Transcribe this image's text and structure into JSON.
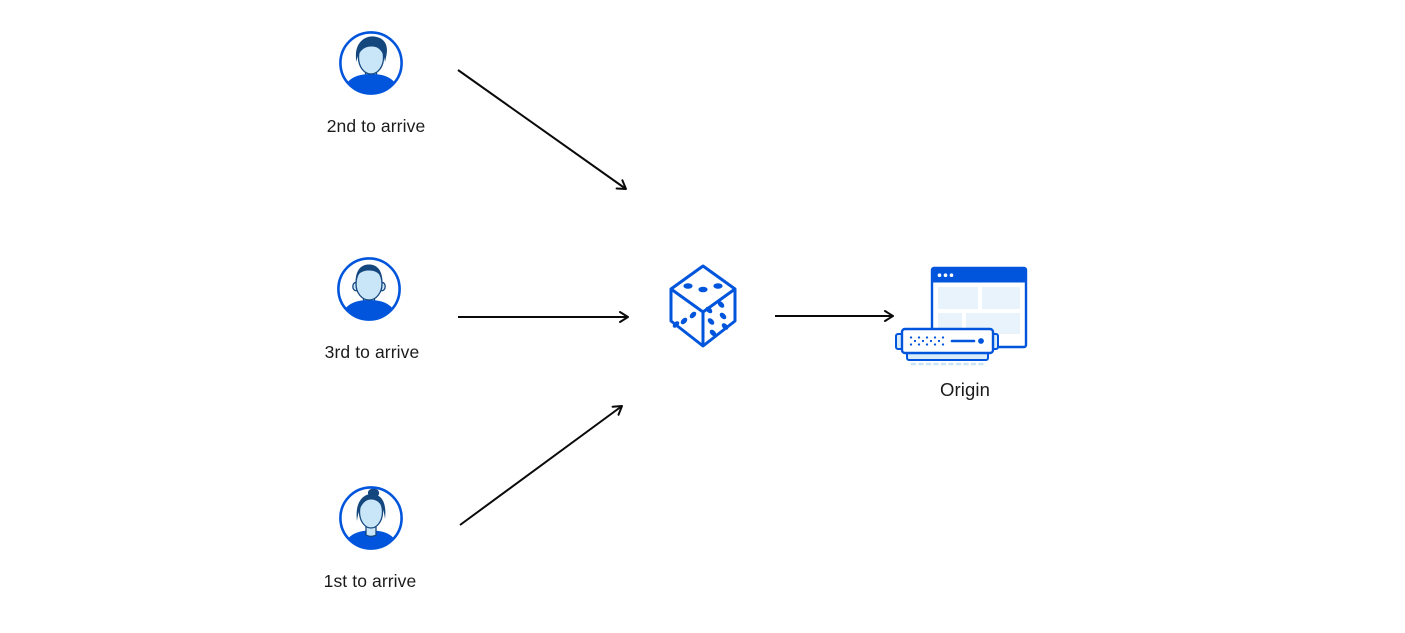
{
  "diagram": {
    "nodes": {
      "client_second": {
        "label": "2nd to arrive",
        "icon": "man-avatar-icon"
      },
      "client_third": {
        "label": "3rd to arrive",
        "icon": "man-avatar-icon"
      },
      "client_first": {
        "label": "1st to arrive",
        "icon": "woman-avatar-icon"
      },
      "randomizer": {
        "label": "",
        "icon": "dice-icon"
      },
      "origin": {
        "label": "Origin",
        "icon": "origin-server-icon"
      }
    },
    "connections": [
      {
        "from": "client_second",
        "to": "randomizer"
      },
      {
        "from": "client_third",
        "to": "randomizer"
      },
      {
        "from": "client_first",
        "to": "randomizer"
      },
      {
        "from": "randomizer",
        "to": "origin"
      }
    ],
    "colors": {
      "accent_blue": "#0055DC",
      "dark_navy": "#15477F",
      "light_blue_fill": "#C9E6F8",
      "pale_blue_fill": "#E9F3FB",
      "server_base_fill": "#D9ECFA",
      "arrow_black": "#0A0A0A",
      "background": "#FFFFFF"
    }
  }
}
